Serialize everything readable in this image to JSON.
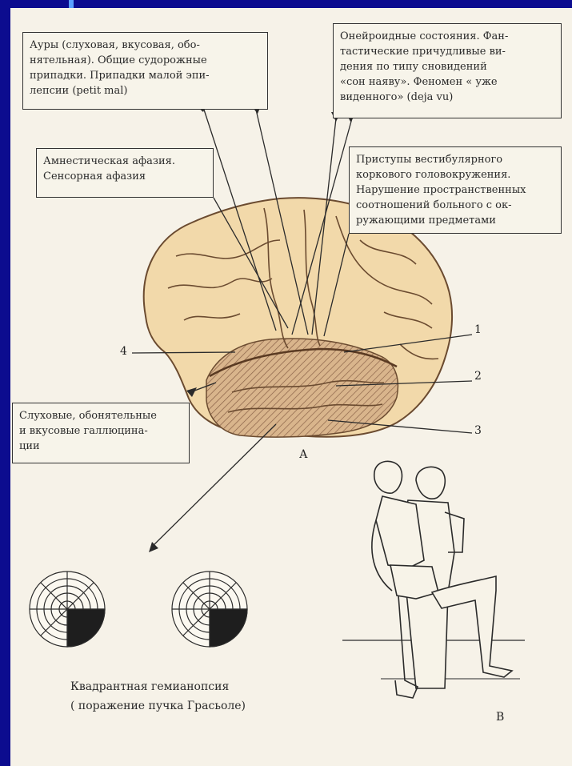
{
  "boxes": {
    "auras": "Ауры (слуховая, вкусовая, обо-\nнятельная). Общие судорожные\nприпадки. Припадки малой эпи-\nлепсии (petit mal)",
    "oneiroid": "Онейроидные состояния. Фан-\nтастические причудливые ви-\nдения  по типу сновидений\n«сон наяву». Феномен « уже\nвиденного» (deja vu)",
    "aphasia": "Амнестическая афазия.\nСенсорная афазия",
    "vestibular": "Приступы  вестибулярного\nкоркового головокружения.\nНарушение пространственных\nсоотношений больного с ок-\nружающими предметами",
    "hallucinations": "Слуховые, обонятельные\nи вкусовые  галлюцина-\nции"
  },
  "labels": {
    "n1": "1",
    "n2": "2",
    "n3": "3",
    "n4": "4",
    "figA": "А",
    "figB": "В"
  },
  "caption": "Квадрантная гемианопсия\n( поражение пучка Грасьоле)",
  "colors": {
    "background": "#0c0c8f",
    "paper": "#f6f2e8",
    "brain": "#f2d9aa",
    "temporal_lobe": "#d9b58c",
    "ink": "#2b2b2b"
  }
}
